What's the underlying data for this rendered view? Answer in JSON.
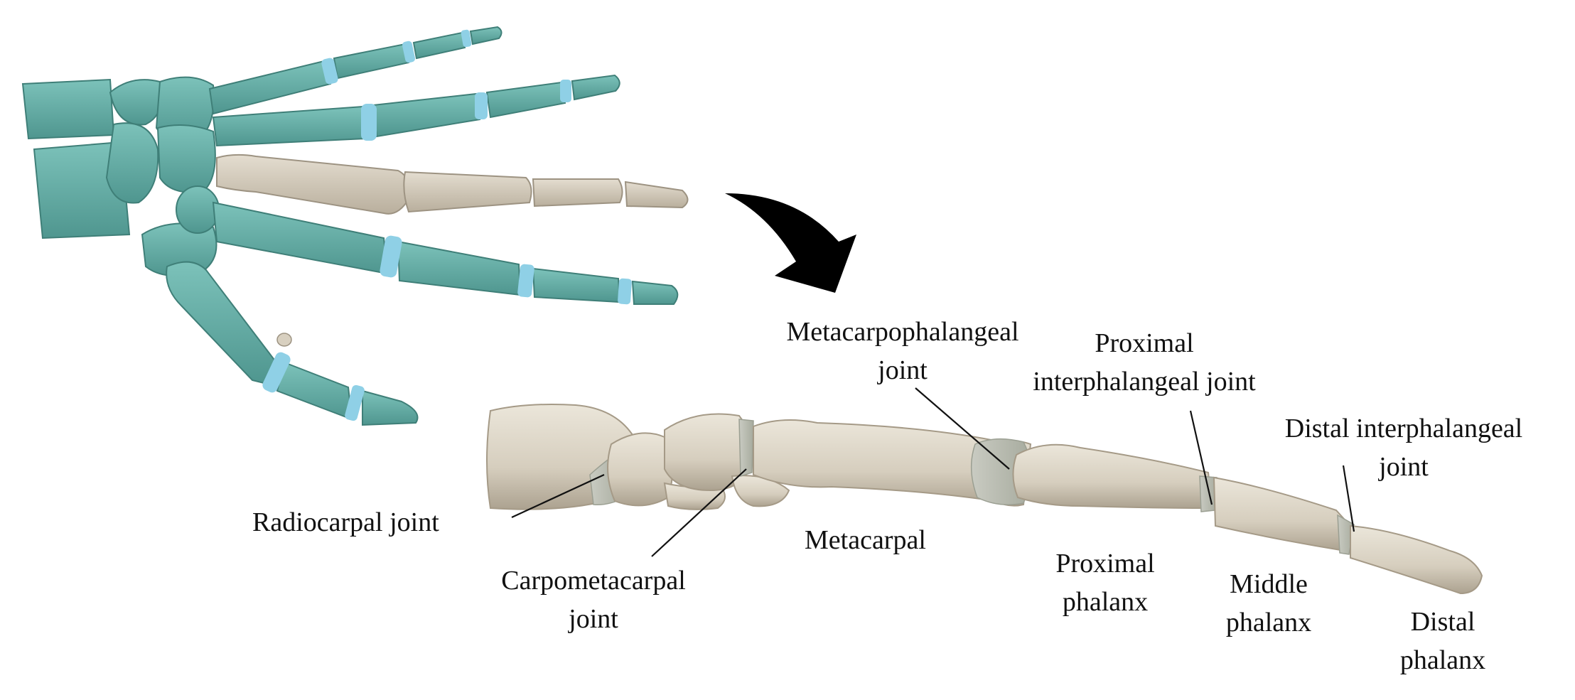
{
  "labels": {
    "metacarpophalangeal_l1": "Metacarpophalangeal",
    "metacarpophalangeal_l2": "joint",
    "proximal_ip_l1": "Proximal",
    "proximal_ip_l2": "interphalangeal joint",
    "distal_ip_l1": "Distal interphalangeal",
    "distal_ip_l2": "joint",
    "radiocarpal": "Radiocarpal joint",
    "carpometacarpal_l1": "Carpometacarpal",
    "carpometacarpal_l2": "joint",
    "metacarpal": "Metacarpal",
    "proximal_phalanx_l1": "Proximal",
    "proximal_phalanx_l2": "phalanx",
    "middle_phalanx_l1": "Middle",
    "middle_phalanx_l2": "phalanx",
    "distal_phalanx_l1": "Distal",
    "distal_phalanx_l2": "phalanx"
  },
  "colors": {
    "hand_bone": "#6fb5ad",
    "hand_bone_shade": "#4f968f",
    "joint_highlight": "#8fd0e6",
    "highlight_bone": "#d8d0c0",
    "highlight_bone_shade": "#b8ae9c",
    "arrow": "#000000",
    "leader_line": "#111111"
  },
  "icons": {
    "arrow": "curved-arrow-icon"
  }
}
